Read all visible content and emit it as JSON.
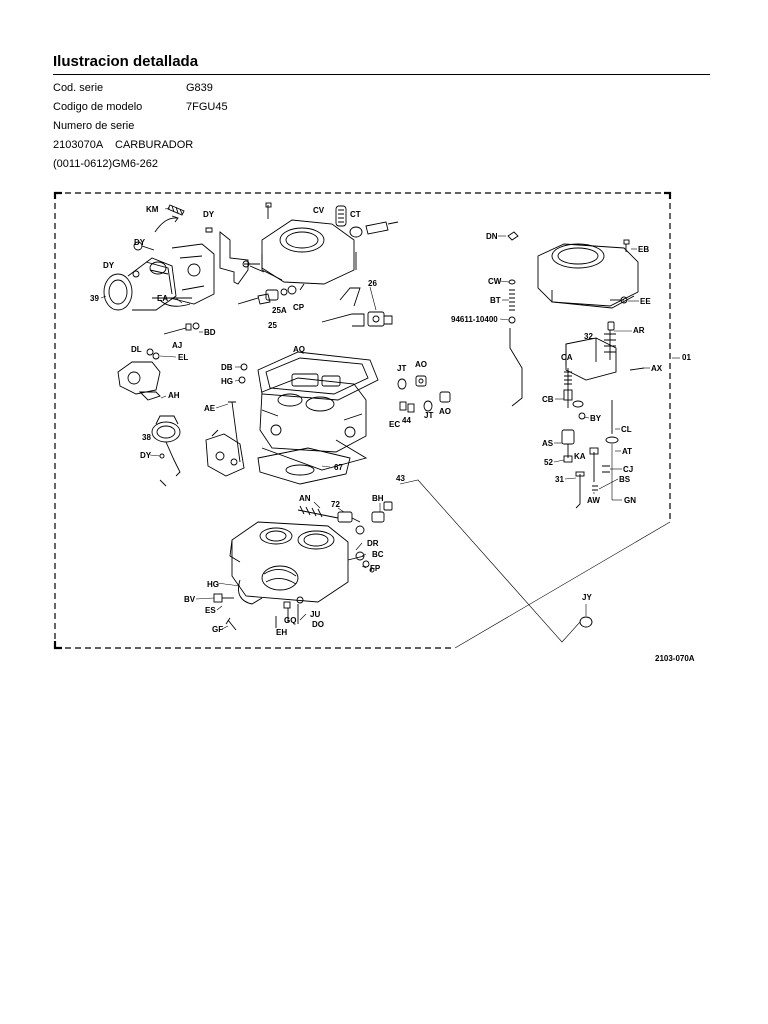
{
  "header": {
    "title": "Ilustracion detallada"
  },
  "info": {
    "serie_label": "Cod. serie",
    "serie_value": "G839",
    "modelo_label": "Codigo de modelo",
    "modelo_value": "7FGU45",
    "numero_label": "Numero de serie",
    "part_code": "2103070A",
    "part_name": "CARBURADOR",
    "range": "(0011-0612)GM6-262"
  },
  "diagram": {
    "figure_id": "2103-070A",
    "labels": {
      "km": "KM",
      "dy1": "DY",
      "dy2": "DY",
      "dy3": "DY",
      "dy4": "DY",
      "cv": "CV",
      "ct": "CT",
      "n39": "39",
      "ea": "EA",
      "n26": "26",
      "n25a": "25A",
      "cp": "CP",
      "n25": "25",
      "bd": "BD",
      "aj": "AJ",
      "dl": "DL",
      "el": "EL",
      "ah": "AH",
      "aq": "AQ",
      "db": "DB",
      "hg1": "HG",
      "jt1": "JT",
      "ao1": "AO",
      "ae": "AE",
      "n44": "44",
      "ec": "EC",
      "jt2": "JT",
      "ao2": "AO",
      "n38": "38",
      "n67": "67",
      "dn": "DN",
      "eb": "EB",
      "cw": "CW",
      "bt": "BT",
      "ee": "EE",
      "pn": "94611-10400",
      "n32": "32",
      "ar": "AR",
      "ca": "CA",
      "n01": "01",
      "ax": "AX",
      "cb": "CB",
      "by": "BY",
      "cl": "CL",
      "as": "AS",
      "at": "AT",
      "n52": "52",
      "ka": "KA",
      "cj": "CJ",
      "n31": "31",
      "bs": "BS",
      "aw": "AW",
      "gn": "GN",
      "n43": "43",
      "an": "AN",
      "n72": "72",
      "bh": "BH",
      "dr": "DR",
      "bc": "BC",
      "fp": "FP",
      "hg2": "HG",
      "bv": "BV",
      "es": "ES",
      "ju": "JU",
      "gq": "GQ",
      "do": "DO",
      "gf": "GF",
      "eh": "EH",
      "jy": "JY"
    }
  }
}
